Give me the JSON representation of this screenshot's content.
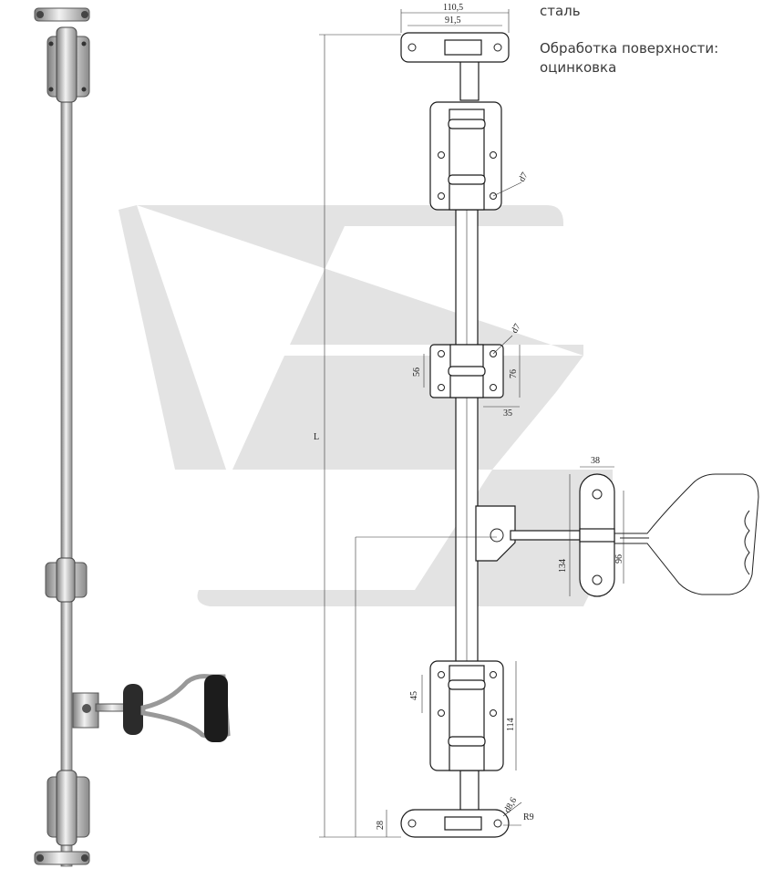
{
  "specs": {
    "material": "сталь",
    "surface_title": "Обработка поверхности:",
    "surface_value": "оцинковка"
  },
  "dimensions": {
    "top_width_outer": "110,5",
    "top_width_inner": "91,5",
    "hole_d_upper": "d7",
    "hole_d_middle": "d7",
    "guide_h_inner": "56",
    "guide_h_outer": "76",
    "guide_offset": "35",
    "length": "L",
    "handle_plate_w": "38",
    "handle_plate_h_outer": "134",
    "handle_plate_h_inner": "96",
    "lower_bracket_hole_pitch": "45",
    "lower_bracket_h": "114",
    "bottom_cam_hole": "d8,6",
    "bottom_cam_radius": "R9",
    "bottom_cam_h": "28"
  },
  "colors": {
    "watermark": "#e2e2e2",
    "line": "#1a1a1a",
    "handle_grip": "#1c1c1c",
    "metal": "#b9b9b9"
  }
}
